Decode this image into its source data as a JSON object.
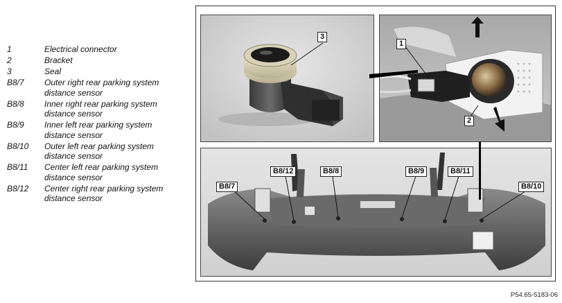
{
  "legend": [
    {
      "code": "1",
      "desc": "Electrical connector"
    },
    {
      "code": "2",
      "desc": "Bracket"
    },
    {
      "code": "3",
      "desc": "Seal"
    },
    {
      "code": "B8/7",
      "desc": "Outer right rear parking system\ndistance sensor"
    },
    {
      "code": "B8/8",
      "desc": "Inner right rear parking system\ndistance sensor"
    },
    {
      "code": "B8/9",
      "desc": "Inner left rear parking system\ndistance sensor"
    },
    {
      "code": "B8/10",
      "desc": "Outer left rear parking system\ndistance sensor"
    },
    {
      "code": "B8/11",
      "desc": "Center left rear parking system\ndistance sensor"
    },
    {
      "code": "B8/12",
      "desc": "Center right rear parking system\ndistance sensor"
    }
  ],
  "callouts": {
    "seal": "3",
    "connector": "1",
    "bracket": "2",
    "b87": "B8/7",
    "b812": "B8/12",
    "b88": "B8/8",
    "b89": "B8/9",
    "b811": "B8/11",
    "b810": "B8/10"
  },
  "figure_id": "P54.65-5183-06"
}
